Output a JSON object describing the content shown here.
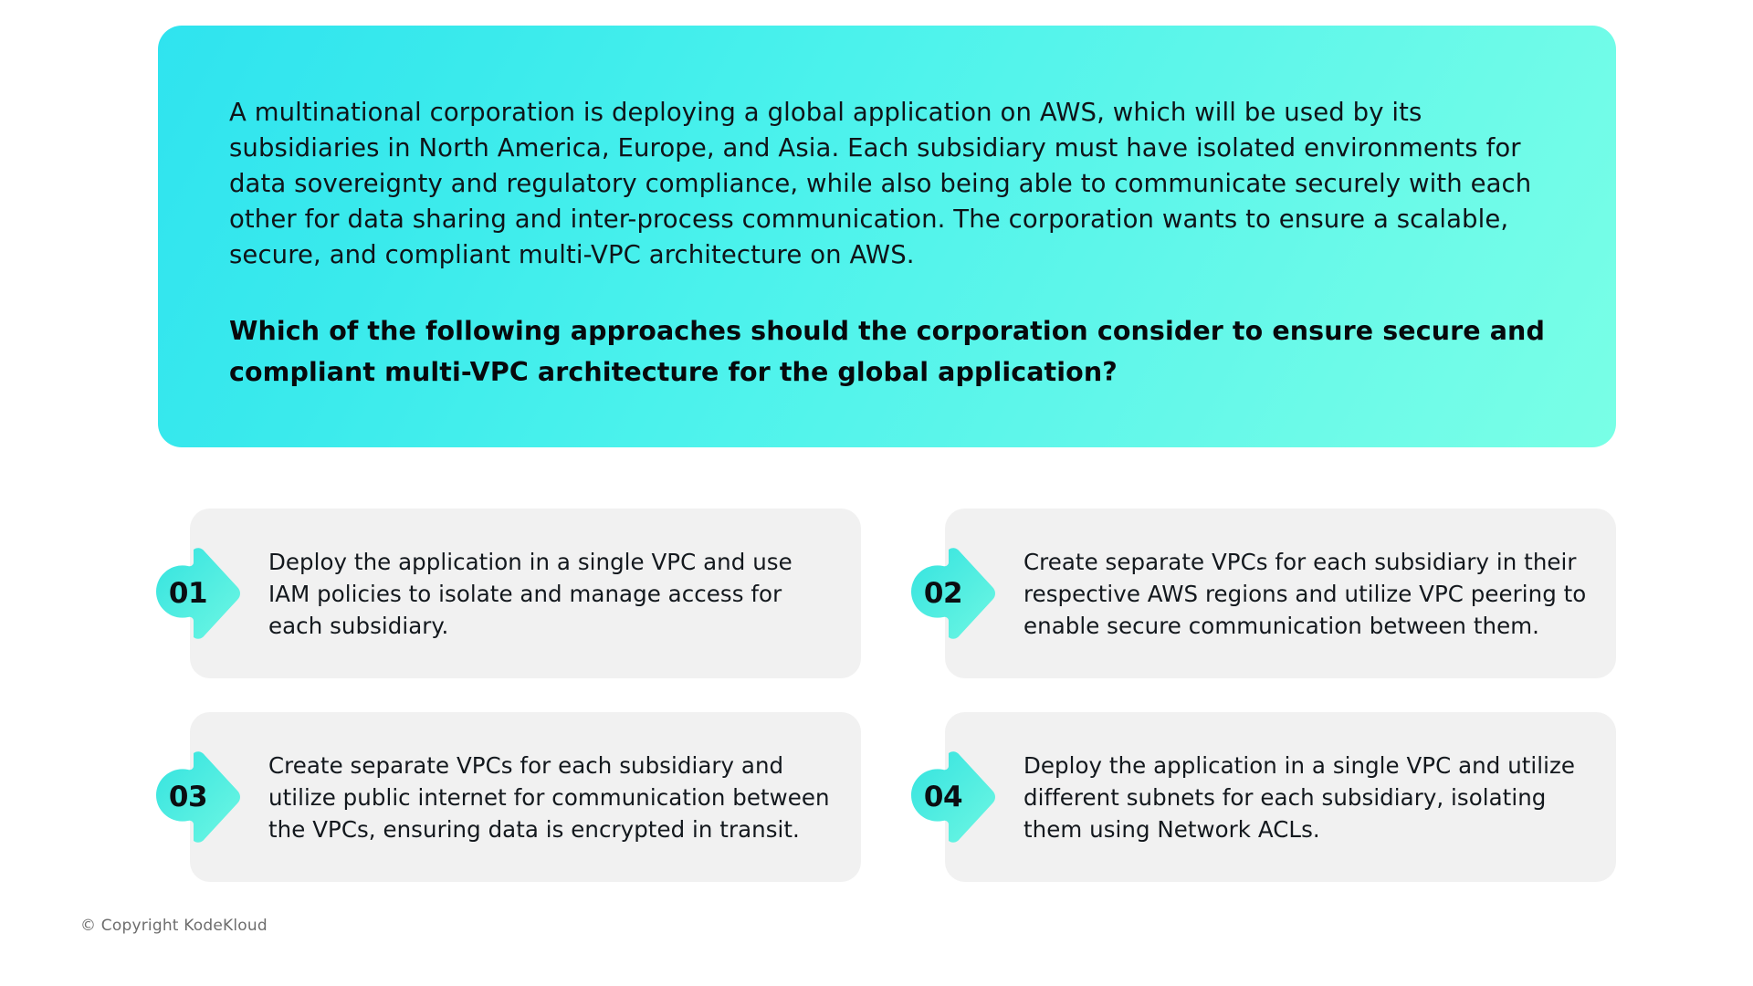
{
  "slide": {
    "prompt": {
      "body": "A multinational corporation is deploying a global application on AWS, which will be used by its subsidiaries in North America, Europe, and Asia. Each subsidiary must have isolated environments for data sovereignty and regulatory compliance, while also being able to communicate securely with each other for data sharing and inter-process communication. The corporation wants to ensure a scalable, secure, and compliant multi-VPC architecture on AWS.",
      "question": "Which of the following approaches should the corporation consider to ensure secure and compliant multi-VPC architecture for the global application?"
    },
    "options": [
      {
        "number": "01",
        "text": "Deploy the application in a single VPC and use IAM policies to isolate and manage access for each subsidiary."
      },
      {
        "number": "02",
        "text": "Create separate VPCs for each subsidiary in their respective AWS regions and utilize VPC peering to enable secure communication between them."
      },
      {
        "number": "03",
        "text": "Create separate VPCs for each subsidiary and utilize public internet for communication between the VPCs, ensuring data is encrypted in transit."
      },
      {
        "number": "04",
        "text": "Deploy the application in a single VPC and utilize different subnets for each subsidiary, isolating them using Network ACLs."
      }
    ],
    "footer": "© Copyright KodeKloud",
    "colors": {
      "prompt_gradient_start": "#2fe3ef",
      "prompt_gradient_end": "#79ffe6",
      "badge_gradient_start": "#34e3e0",
      "badge_gradient_end": "#6ef7e2",
      "card_background": "#f1f1f1",
      "text": "#13181d",
      "footer_text": "#6d6d6d"
    }
  }
}
